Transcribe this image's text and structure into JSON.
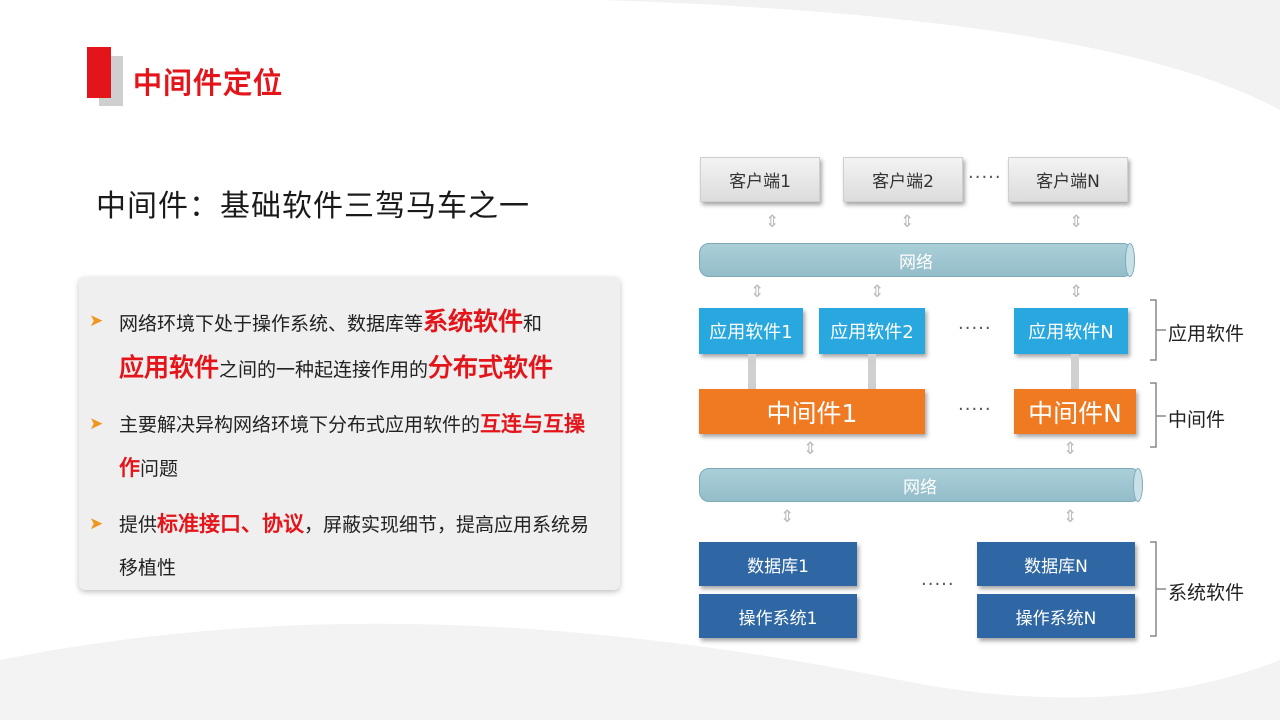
{
  "title": "中间件定位",
  "subtitle": "中间件：基础软件三驾马车之一",
  "bullets": [
    {
      "p1": "网络环境下处于操作系统、数据库等",
      "h1": "系统软件",
      "p2": "和",
      "h2": "应用软件",
      "p3": "之间的一种起连接作用的",
      "h3": "分布式软件"
    },
    {
      "p1": "主要解决异构网络环境下分布式应用软件的",
      "h1": "互连与互操作",
      "p2": "问题"
    },
    {
      "p1": "提供",
      "h1": "标准接口、协议",
      "p2": "，屏蔽实现细节，提高应用系统易移植性"
    }
  ],
  "diagram": {
    "clients": [
      "客户端1",
      "客户端2",
      "客户端N"
    ],
    "network_top": "网络",
    "apps": [
      "应用软件1",
      "应用软件2",
      "应用软件N"
    ],
    "middleware": [
      "中间件1",
      "中间件N"
    ],
    "network_bottom": "网络",
    "databases": [
      "数据库1",
      "数据库N"
    ],
    "os": [
      "操作系统1",
      "操作系统N"
    ],
    "dots": "·····",
    "layer_labels": [
      "应用软件",
      "中间件",
      "系统软件"
    ]
  },
  "colors": {
    "accent_red": "#e3151b",
    "bullet_arrow": "#f0961e",
    "app_blue": "#29a8e0",
    "middleware_orange": "#ef7a22",
    "db_blue": "#2e67a3"
  }
}
